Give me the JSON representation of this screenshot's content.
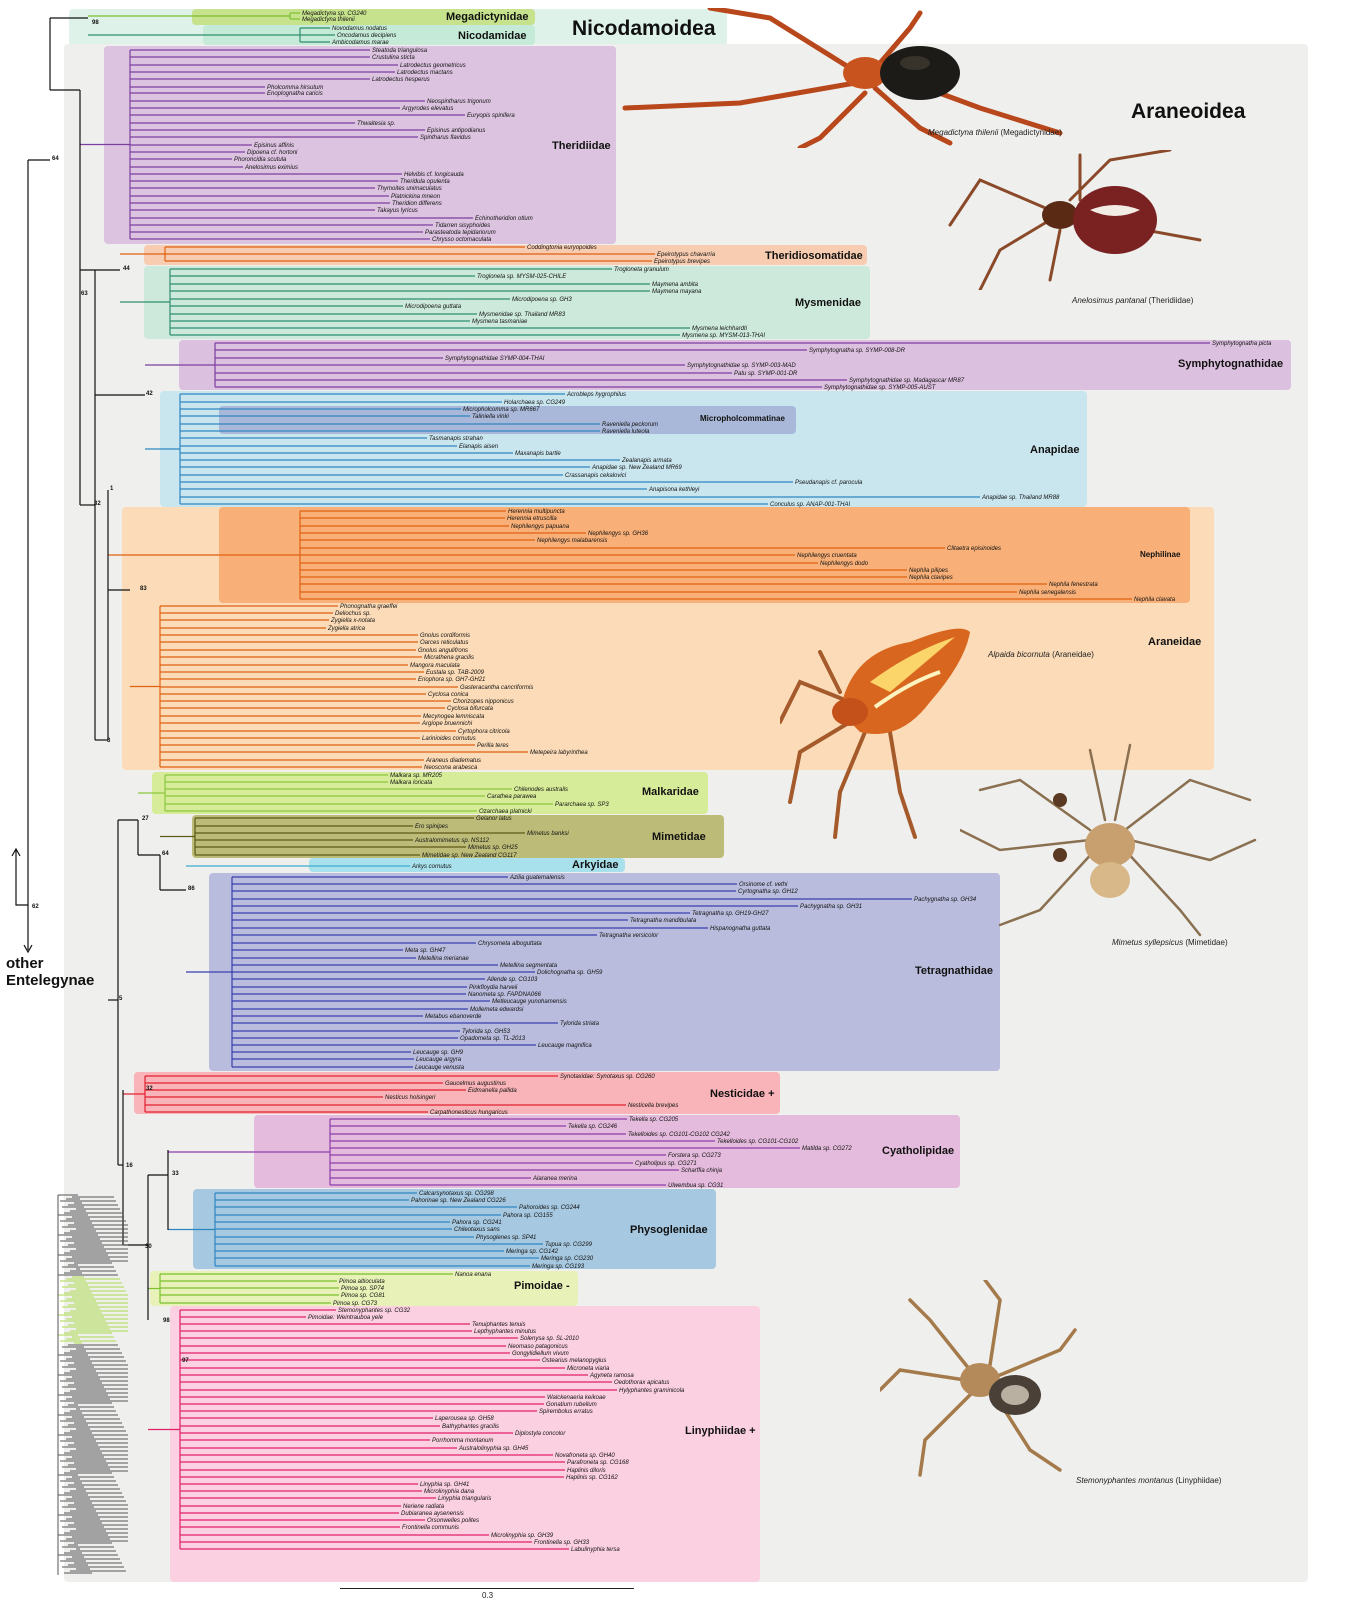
{
  "superfamilies": {
    "nicodamoidea": "Nicodamoidea",
    "araneoidea": "Araneoidea"
  },
  "outgroup": {
    "label_line1": "other",
    "label_line2": "Entelegynae",
    "node_support": "62"
  },
  "scale_bar": {
    "label": "0.3"
  },
  "colors": {
    "theridiidae": "#7b3fa0",
    "theridiosomatidae": "#e06010",
    "mysmenidae": "#2e8f6f",
    "symphytognathidae": "#7b3fa0",
    "anapidae": "#2e86c1",
    "araneidae": "#e06010",
    "malkaridae": "#8cc63f",
    "mimetidae": "#5c5a14",
    "tetragnathidae": "#3b3fae",
    "nesticidae": "#e02030",
    "cyatholipidae": "#8e3fa8",
    "physoglenidae": "#2e86c1",
    "pimoidae": "#7cc02e",
    "linyphiidae": "#e0206a"
  },
  "families": [
    {
      "key": "megadictynidae",
      "name": "Megadictynidae"
    },
    {
      "key": "nicodamidae",
      "name": "Nicodamidae"
    },
    {
      "key": "theridiidae",
      "name": "Theridiidae"
    },
    {
      "key": "theridiosomatidae",
      "name": "Theridiosomatidae"
    },
    {
      "key": "mysmenidae",
      "name": "Mysmenidae"
    },
    {
      "key": "symphytognathidae",
      "name": "Symphytognathidae"
    },
    {
      "key": "micropholcommatinae",
      "name": "Micropholcommatinae"
    },
    {
      "key": "anapidae",
      "name": "Anapidae"
    },
    {
      "key": "nephilinae",
      "name": "Nephilinae"
    },
    {
      "key": "araneidae",
      "name": "Araneidae"
    },
    {
      "key": "malkaridae",
      "name": "Malkaridae"
    },
    {
      "key": "mimetidae",
      "name": "Mimetidae"
    },
    {
      "key": "arkyidae",
      "name": "Arkyidae"
    },
    {
      "key": "tetragnathidae",
      "name": "Tetragnathidae"
    },
    {
      "key": "nesticidae",
      "name": "Nesticidae +"
    },
    {
      "key": "cyatholipidae",
      "name": "Cyatholipidae"
    },
    {
      "key": "physoglenidae",
      "name": "Physoglenidae"
    },
    {
      "key": "pimoidae",
      "name": "Pimoidae -"
    },
    {
      "key": "linyphiidae",
      "name": "Linyphiidae +"
    }
  ],
  "photos": [
    {
      "species": "Megadictyna thilenii",
      "family": "(Megadictynidae)",
      "icon": "spider-orange-icon"
    },
    {
      "species": "Anelosimus pantanal",
      "family": "(Theridiidae)",
      "icon": "spider-brown-icon"
    },
    {
      "species": "Alpaida bicornuta",
      "family": "(Araneidae)",
      "icon": "spider-orange-yellow-icon"
    },
    {
      "species": "Mimetus syllepsicus",
      "family": "(Mimetidae)",
      "icon": "spider-pale-icon"
    },
    {
      "species": "Stemonyphantes montanus",
      "family": "(Linyphiidae)",
      "icon": "spider-tan-icon"
    }
  ],
  "backbone_support": [
    {
      "value": "98"
    },
    {
      "value": "64"
    },
    {
      "value": "63"
    },
    {
      "value": "44"
    },
    {
      "value": "42"
    },
    {
      "value": "32"
    },
    {
      "value": "1"
    },
    {
      "value": "83"
    },
    {
      "value": "3"
    },
    {
      "value": "27"
    },
    {
      "value": "64"
    },
    {
      "value": "86"
    },
    {
      "value": "5"
    },
    {
      "value": "32"
    },
    {
      "value": "16"
    },
    {
      "value": "33"
    },
    {
      "value": "30"
    },
    {
      "value": "98"
    },
    {
      "value": "97"
    }
  ],
  "taxa": [
    {
      "name": "Megadictyna sp. CG240"
    },
    {
      "name": "Megadictyna thilenii"
    },
    {
      "name": "Novodamus nodatus"
    },
    {
      "name": "Oncodamus decipiens"
    },
    {
      "name": "Ambicodamus marae"
    },
    {
      "name": "Steatoda triangulosa"
    },
    {
      "name": "Crustulina sticta"
    },
    {
      "name": "Latrodectus geometricus"
    },
    {
      "name": "Latrodectus mactans"
    },
    {
      "name": "Latrodectus hesperus"
    },
    {
      "name": "Pholcomma hirsutum"
    },
    {
      "name": "Enoplognatha caricis"
    },
    {
      "name": "Neospintharus trigonum"
    },
    {
      "name": "Argyrodes elevatus"
    },
    {
      "name": "Euryopis spinifera"
    },
    {
      "name": "Thwaitesia sp."
    },
    {
      "name": "Episinus antipodianus"
    },
    {
      "name": "Spintharus flavidus"
    },
    {
      "name": "Episinus affinis"
    },
    {
      "name": "Dipoena cf. hortoni"
    },
    {
      "name": "Phoroncidia scutula"
    },
    {
      "name": "Anelosimus eximius"
    },
    {
      "name": "Helvibis cf. longicauda"
    },
    {
      "name": "Theridula opulenta"
    },
    {
      "name": "Thymoites unimaculatus"
    },
    {
      "name": "Platnickina mneon"
    },
    {
      "name": "Theridion differens"
    },
    {
      "name": "Takayus lyricus"
    },
    {
      "name": "Echinotheridion otlum"
    },
    {
      "name": "Tidarren sisyphoides"
    },
    {
      "name": "Parasteatoda tepidariorum"
    },
    {
      "name": "Chrysso octomaculata"
    },
    {
      "name": "Coddingtonia euryopoides"
    },
    {
      "name": "Epeirotypus chavarria"
    },
    {
      "name": "Epeirotypus brevipes"
    },
    {
      "name": "Trogloneta granulum"
    },
    {
      "name": "Trogloneta sp. MYSM-025-CHILE"
    },
    {
      "name": "Maymena ambita"
    },
    {
      "name": "Maymena mayana"
    },
    {
      "name": "Microdipoena sp. GH3"
    },
    {
      "name": "Microdipoena guttata"
    },
    {
      "name": "Mysmenidae sp. Thailand MR83"
    },
    {
      "name": "Mysmena tasmaniae"
    },
    {
      "name": "Mysmena leichhardti"
    },
    {
      "name": "Mysmena sp. MYSM-013-THAI"
    },
    {
      "name": "Symphytognatha picta"
    },
    {
      "name": "Symphytognatha sp. SYMP-008-DR"
    },
    {
      "name": "Symphytognathidae SYMP-004-THAI"
    },
    {
      "name": "Symphytognathidae sp. SYMP-003-MAD"
    },
    {
      "name": "Patu sp. SYMP-001-DR"
    },
    {
      "name": "Symphytognathidae sp. Madagascar MR87"
    },
    {
      "name": "Symphytognathidae sp. SYMP-005-AUST"
    },
    {
      "name": "Acrobleps hygrophilus"
    },
    {
      "name": "Holarchaea sp. CG249"
    },
    {
      "name": "Micropholcomma sp. MR667"
    },
    {
      "name": "Taliniella vinki"
    },
    {
      "name": "Raveniella peckorum"
    },
    {
      "name": "Raveniella luteola"
    },
    {
      "name": "Tasmanapis strahan"
    },
    {
      "name": "Elanapis aisen"
    },
    {
      "name": "Maxanapis bartle"
    },
    {
      "name": "Zealanapis armata"
    },
    {
      "name": "Anapidae sp. New Zealand MR69"
    },
    {
      "name": "Crassanapis cekalovici"
    },
    {
      "name": "Pseudanapis cf. parocula"
    },
    {
      "name": "Anapisona kethleyi"
    },
    {
      "name": "Anapidae sp. Thailand MR88"
    },
    {
      "name": "Conculus sp. ANAP-001-THAI"
    },
    {
      "name": "Herennia multipuncta"
    },
    {
      "name": "Herennia etruscilla"
    },
    {
      "name": "Nephilengys papuana"
    },
    {
      "name": "Nephilengys sp. GH36"
    },
    {
      "name": "Nephilengys malabarensis"
    },
    {
      "name": "Clitaetra episinoides"
    },
    {
      "name": "Nephilengys cruentata"
    },
    {
      "name": "Nephilengys dodo"
    },
    {
      "name": "Nephila pilipes"
    },
    {
      "name": "Nephila clavipes"
    },
    {
      "name": "Nephila fenestrata"
    },
    {
      "name": "Nephila senegalensis"
    },
    {
      "name": "Nephila clavata"
    },
    {
      "name": "Phonognatha graeffei"
    },
    {
      "name": "Deliochus sp."
    },
    {
      "name": "Zygiella x-notata"
    },
    {
      "name": "Zygiella atrica"
    },
    {
      "name": "Gnolus cordiformis"
    },
    {
      "name": "Oarces reticulatus"
    },
    {
      "name": "Gnolus angulifrons"
    },
    {
      "name": "Micrathena gracilis"
    },
    {
      "name": "Mangora maculata"
    },
    {
      "name": "Eustala sp. TAB-2009"
    },
    {
      "name": "Eriophora sp. GH7-GH21"
    },
    {
      "name": "Gasteracantha cancriformis"
    },
    {
      "name": "Cyclosa conica"
    },
    {
      "name": "Chorizopes nipponicus"
    },
    {
      "name": "Cyclosa bifurcata"
    },
    {
      "name": "Mecynogea lemniscata"
    },
    {
      "name": "Argiope bruennichi"
    },
    {
      "name": "Cyrtophora citricola"
    },
    {
      "name": "Larinioides cornutus"
    },
    {
      "name": "Perilla teres"
    },
    {
      "name": "Metepeira labyrinthea"
    },
    {
      "name": "Araneus diadematus"
    },
    {
      "name": "Neoscona arabesca"
    },
    {
      "name": "Malkara sp. MR205"
    },
    {
      "name": "Malkara loricata"
    },
    {
      "name": "Chilenodes australis"
    },
    {
      "name": "Carathea parawea"
    },
    {
      "name": "Pararchaea sp. SP3"
    },
    {
      "name": "Ozarchaea platnicki"
    },
    {
      "name": "Gelanor latus"
    },
    {
      "name": "Ero spinipes"
    },
    {
      "name": "Mimetus banksi"
    },
    {
      "name": "Australomimetus sp. NS112"
    },
    {
      "name": "Mimetus sp. GH25"
    },
    {
      "name": "Mimetidae sp. New Zealand CG117"
    },
    {
      "name": "Arkys cornutus"
    },
    {
      "name": "Azilia guatemalensis"
    },
    {
      "name": "Orsinome cf. vethi"
    },
    {
      "name": "Cyrtognatha sp. GH12"
    },
    {
      "name": "Pachygnatha sp. GH34"
    },
    {
      "name": "Pachygnatha sp. GH31"
    },
    {
      "name": "Tetragnatha sp. GH19-GH27"
    },
    {
      "name": "Tetragnatha mandibulata"
    },
    {
      "name": "Hispanognatha guttata"
    },
    {
      "name": "Tetragnatha versicolor"
    },
    {
      "name": "Chrysometa alboguttata"
    },
    {
      "name": "Meta sp. GH47"
    },
    {
      "name": "Metellina merianae"
    },
    {
      "name": "Metellina segmentata"
    },
    {
      "name": "Dolichognatha sp. GH59"
    },
    {
      "name": "Allende sp. CG103"
    },
    {
      "name": "Pinkfloydia harveii"
    },
    {
      "name": "Nanometa sp. FAPDNA066"
    },
    {
      "name": "Metleucauge yunohamensis"
    },
    {
      "name": "Mollemeta edwardsi"
    },
    {
      "name": "Metabus ebanoverde"
    },
    {
      "name": "Tylorida striata"
    },
    {
      "name": "Tylorida sp. GH53"
    },
    {
      "name": "Opadometa sp. TL-2013"
    },
    {
      "name": "Leucauge magnifica"
    },
    {
      "name": "Leucauge sp. GH9"
    },
    {
      "name": "Leucauge argyra"
    },
    {
      "name": "Leucauge venusta"
    },
    {
      "name": "Synotaxidae: Synotaxus sp. CG260"
    },
    {
      "name": "Gaucelmus augustinus"
    },
    {
      "name": "Eidmanella pallida"
    },
    {
      "name": "Nesticus holsingeri"
    },
    {
      "name": "Nesticella brevipes"
    },
    {
      "name": "Carpathonesticus hungaricus"
    },
    {
      "name": "Tekella sp. CG205"
    },
    {
      "name": "Tekella sp. CG246"
    },
    {
      "name": "Tekelloides sp. CG101-CG102 CG242"
    },
    {
      "name": "Tekelloides sp. CG101-CG102"
    },
    {
      "name": "Matilda sp. CG272"
    },
    {
      "name": "Forstera sp. CG273"
    },
    {
      "name": "Cyatholipus sp. CG271"
    },
    {
      "name": "Scharffia chinja"
    },
    {
      "name": "Alaranea merina"
    },
    {
      "name": "Ulwembua sp. CG31"
    },
    {
      "name": "Calcarsynotaxus sp. CG298"
    },
    {
      "name": "Pahorinae sp. New Zealand CG226"
    },
    {
      "name": "Pahoroides sp. CG244"
    },
    {
      "name": "Pahora sp. CG155"
    },
    {
      "name": "Pahora sp. CG241"
    },
    {
      "name": "Chileotaxus sans"
    },
    {
      "name": "Physoglenes sp. SP41"
    },
    {
      "name": "Tupua sp. CG299"
    },
    {
      "name": "Meringa sp. CG142"
    },
    {
      "name": "Meringa sp. CG230"
    },
    {
      "name": "Meringa sp. CG193"
    },
    {
      "name": "Nanoa enana"
    },
    {
      "name": "Pimoa altioculata"
    },
    {
      "name": "Pimoa sp. SP74"
    },
    {
      "name": "Pimoa sp. CG81"
    },
    {
      "name": "Pimoa sp. CG73"
    },
    {
      "name": "Stemonyphantes sp. CG32"
    },
    {
      "name": "Pimoidae: Weintrauboa yele"
    },
    {
      "name": "Tenuiphantes tenuis"
    },
    {
      "name": "Lepthyphantes minutus"
    },
    {
      "name": "Solenysa sp. SL-2010"
    },
    {
      "name": "Neomaso patagonicus"
    },
    {
      "name": "Gongylidiellum vivum"
    },
    {
      "name": "Ostearius melanopygius"
    },
    {
      "name": "Microneta viaria"
    },
    {
      "name": "Agyneta ramosa"
    },
    {
      "name": "Oedothorax apicatus"
    },
    {
      "name": "Hylyphantes graminicola"
    },
    {
      "name": "Walckenaeria keikoae"
    },
    {
      "name": "Gonatium rubellum"
    },
    {
      "name": "Spirembolus erratus"
    },
    {
      "name": "Laperousea sp. GH58"
    },
    {
      "name": "Bathyphantes gracilis"
    },
    {
      "name": "Diplostyla concolor"
    },
    {
      "name": "Porrhomma montanum"
    },
    {
      "name": "Australolinyphia sp. GH45"
    },
    {
      "name": "Novafroneta sp. GH40"
    },
    {
      "name": "Parafroneta sp. CG168"
    },
    {
      "name": "Haplinis diloris"
    },
    {
      "name": "Haplinis sp. CG162"
    },
    {
      "name": "Linyphia sp. GH41"
    },
    {
      "name": "Microlinyphia dana"
    },
    {
      "name": "Linyphia triangularis"
    },
    {
      "name": "Neriene radiata"
    },
    {
      "name": "Dubiaranea aysenensis"
    },
    {
      "name": "Orsonwelles polites"
    },
    {
      "name": "Frontinella communis"
    },
    {
      "name": "Microlinyphia sp. GH39"
    },
    {
      "name": "Frontinella sp. GH33"
    },
    {
      "name": "Labulinyphia tersa"
    }
  ]
}
